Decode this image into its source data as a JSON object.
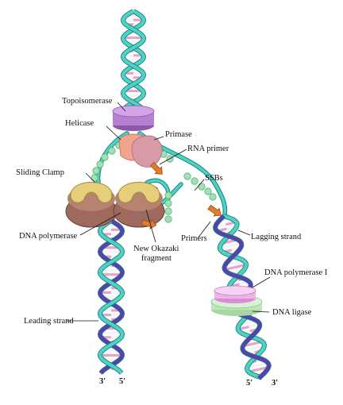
{
  "diagram": {
    "labels": {
      "topoisomerase": "Topoisomerase",
      "helicase": "Helicase",
      "primase": "Primase",
      "rna_primer": "RNA primer",
      "sliding_clamp": "Sliding Clamp",
      "ssbs": "SSBs",
      "dna_polymerase": "DNA polymerase",
      "new_okazaki_line1": "New Okazaki",
      "new_okazaki_line2": "fragment",
      "primers": "Primers",
      "lagging_strand": "Lagging strand",
      "dna_polymerase_i": "DNA polymerase I",
      "dna_ligase": "DNA ligase",
      "leading_strand": "Leading strand"
    },
    "strand_ends": {
      "leading_3prime": "3'",
      "leading_5prime": "5'",
      "lagging_5prime": "5'",
      "lagging_3prime": "3'"
    },
    "colors": {
      "backbone_teal": "#4fd1c5",
      "backbone_edge": "#17837a",
      "new_strand_purple": "#5a3fb3",
      "base_pink": "#e9a3c9",
      "base_white": "#f4f4f4",
      "topoisomerase": "#b77fd1",
      "helicase": "#f2a48e",
      "primase": "#d99aa8",
      "clamp_tan": "#e5cf7a",
      "polymerase_brown": "#9d6a5d",
      "ssb_green": "#9fe3b4",
      "primer_orange": "#e07d2c",
      "pol1_pink": "#eeb3e8",
      "ligase_green": "#bde7b8"
    }
  }
}
